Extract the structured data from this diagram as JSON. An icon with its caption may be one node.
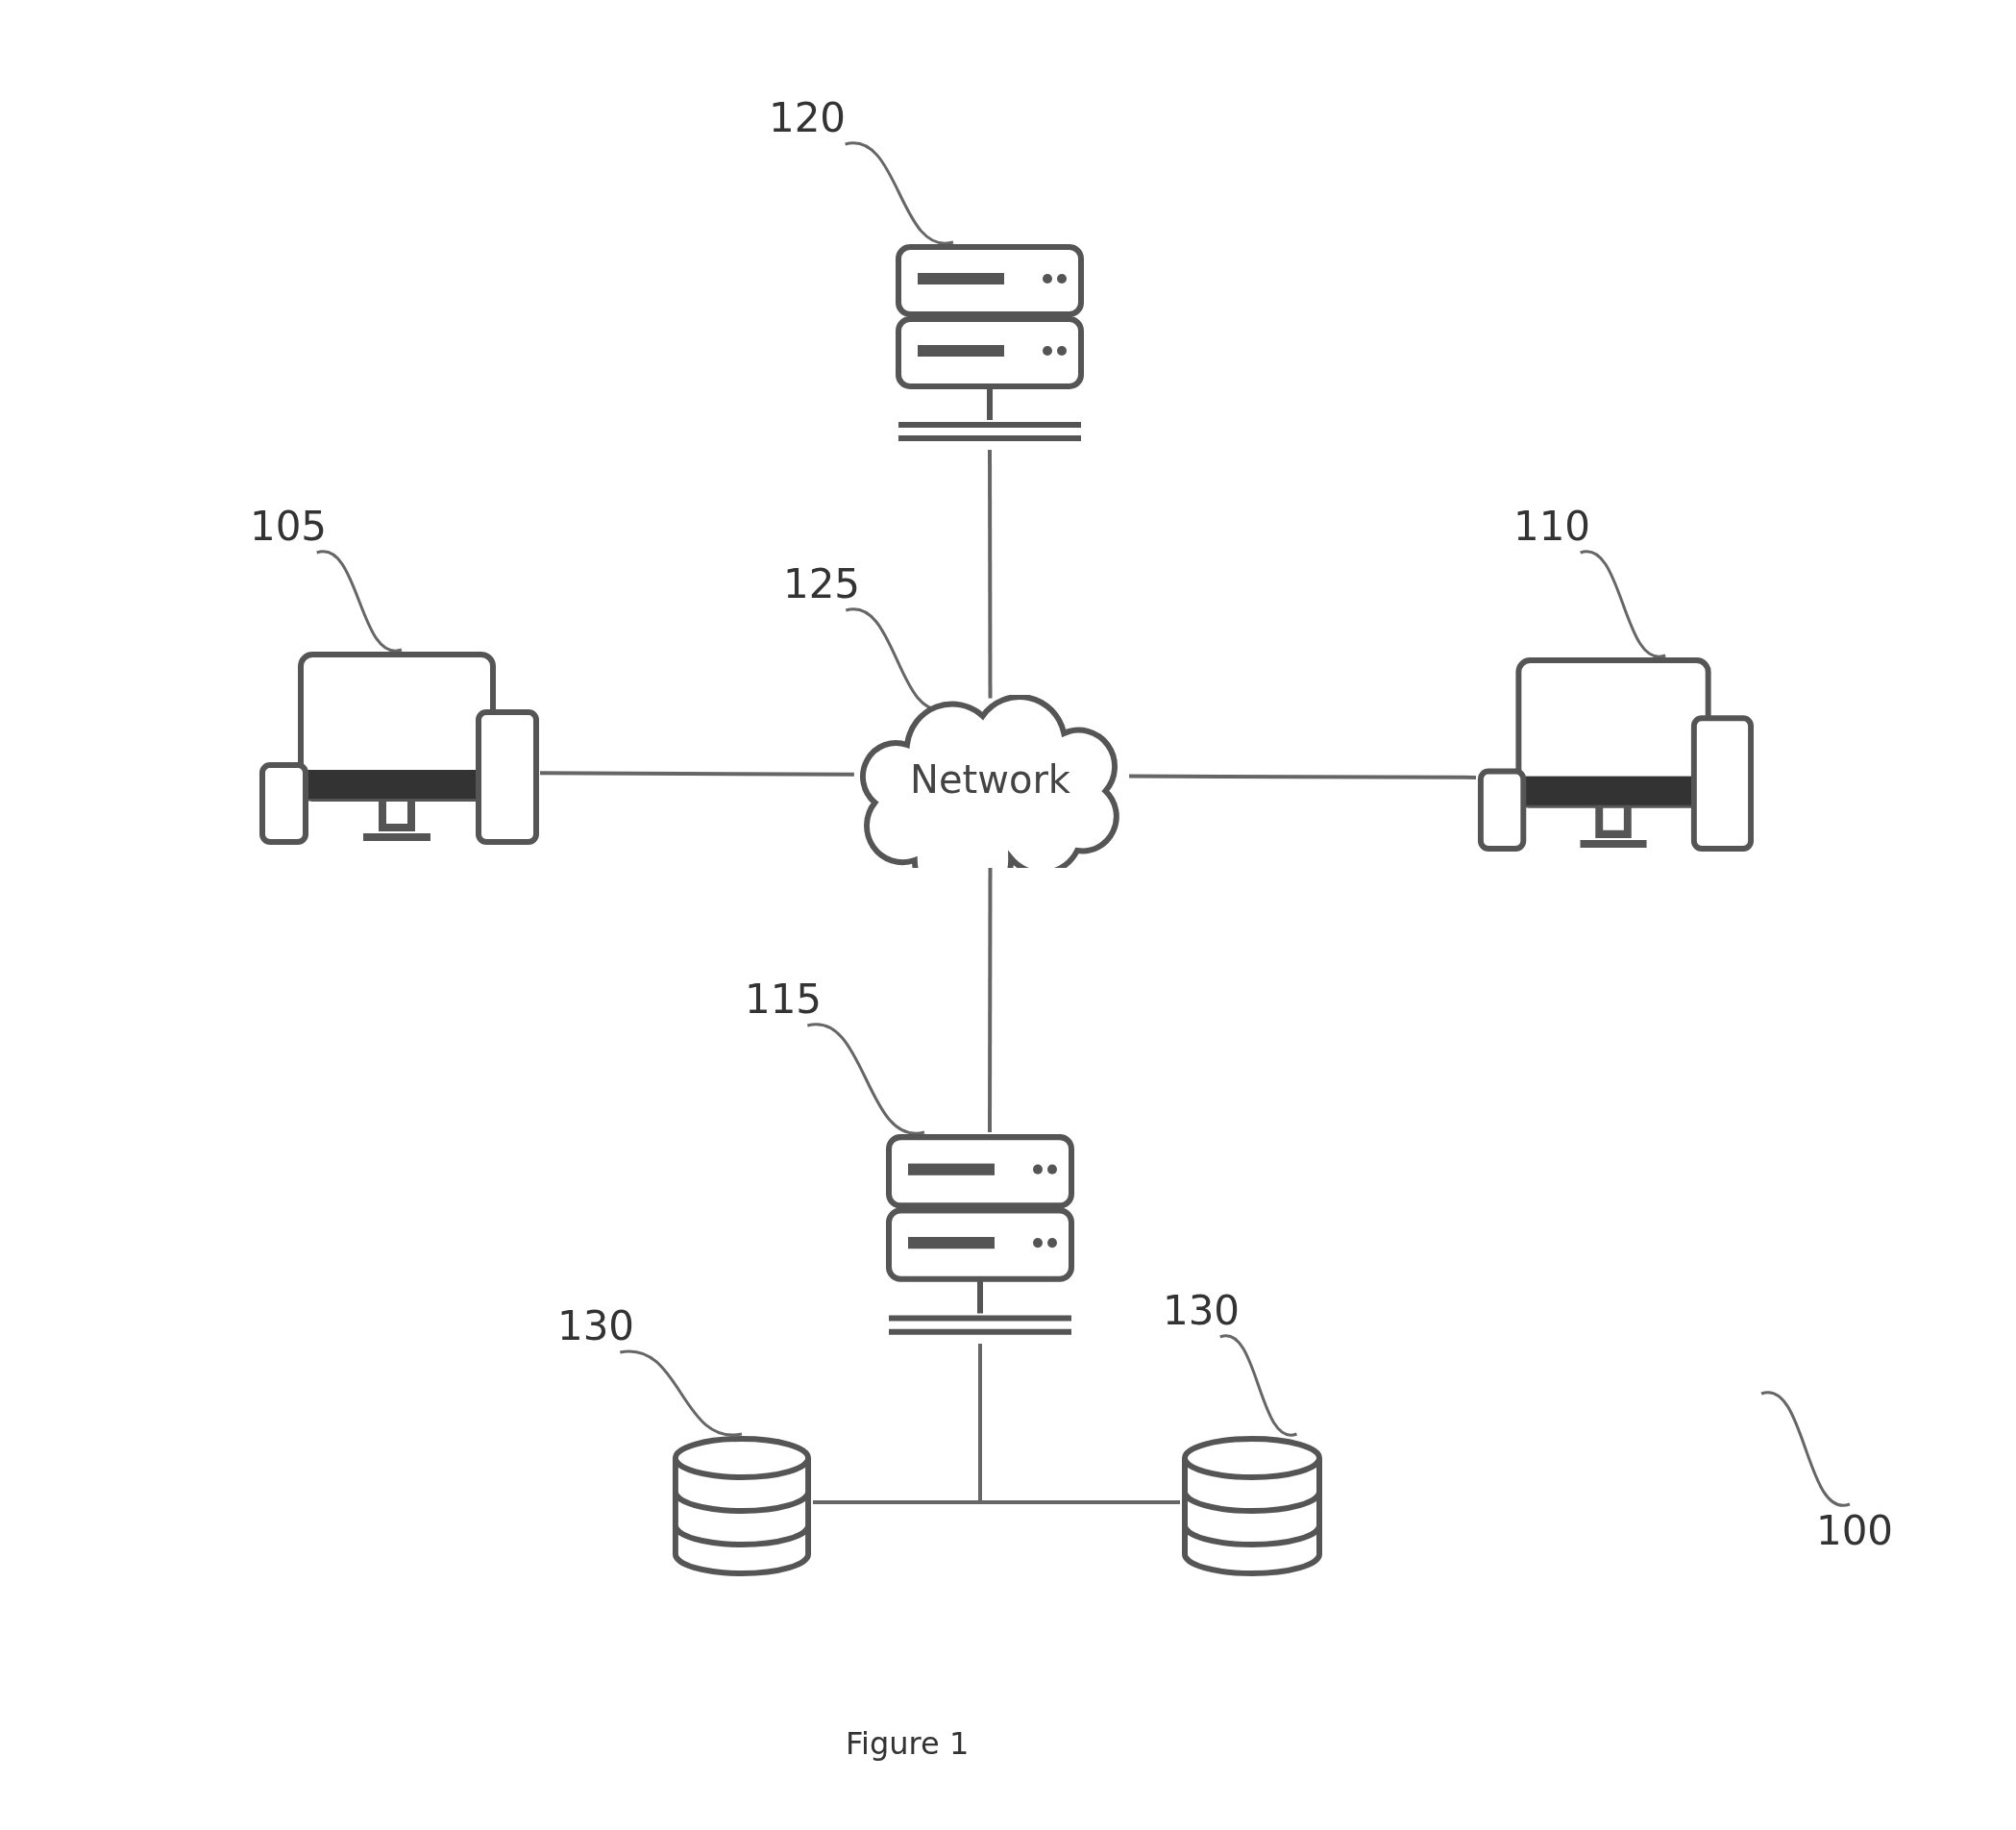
{
  "diagram": {
    "caption": "Figure 1",
    "nodes": [
      {
        "text": [
          "120"
        ]
      },
      {
        "text": [],
        "shape": "server"
      },
      {
        "text": [
          "105"
        ]
      },
      {
        "text": [],
        "shape": "computer"
      },
      {
        "text": [
          "125"
        ]
      },
      {
        "text": [
          "Network"
        ]
      },
      {
        "text": [
          "110"
        ]
      },
      {
        "text": [],
        "shape": "computer"
      },
      {
        "text": [
          "115"
        ]
      },
      {
        "text": [],
        "shape": "server"
      },
      {
        "text": [
          "130"
        ]
      },
      {
        "text": [],
        "shape": "cylinder"
      },
      {
        "text": [
          "130"
        ]
      },
      {
        "text": [],
        "shape": "cylinder"
      },
      {
        "text": [
          "100"
        ]
      }
    ],
    "edges": [
      {
        "from": 0,
        "to": 1,
        "arrow": "none"
      },
      {
        "from": 2,
        "to": 3,
        "arrow": "none"
      },
      {
        "from": 4,
        "to": 5,
        "arrow": "none"
      },
      {
        "from": 6,
        "to": 7,
        "arrow": "none"
      },
      {
        "from": 8,
        "to": 9,
        "arrow": "none"
      },
      {
        "from": 10,
        "to": 11,
        "arrow": "none"
      },
      {
        "from": 12,
        "to": 13,
        "arrow": "none"
      },
      {
        "from": 14,
        "to": null,
        "arrow": "none"
      },
      {
        "from": 1,
        "to": 5,
        "arrow": "none"
      },
      {
        "from": 3,
        "to": 5,
        "arrow": "none"
      },
      {
        "from": 5,
        "to": 7,
        "arrow": "none"
      },
      {
        "from": 5,
        "to": 9,
        "arrow": "none"
      },
      {
        "from": 9,
        "to": 11,
        "arrow": "none"
      },
      {
        "from": 9,
        "to": 13,
        "arrow": "none"
      }
    ]
  }
}
